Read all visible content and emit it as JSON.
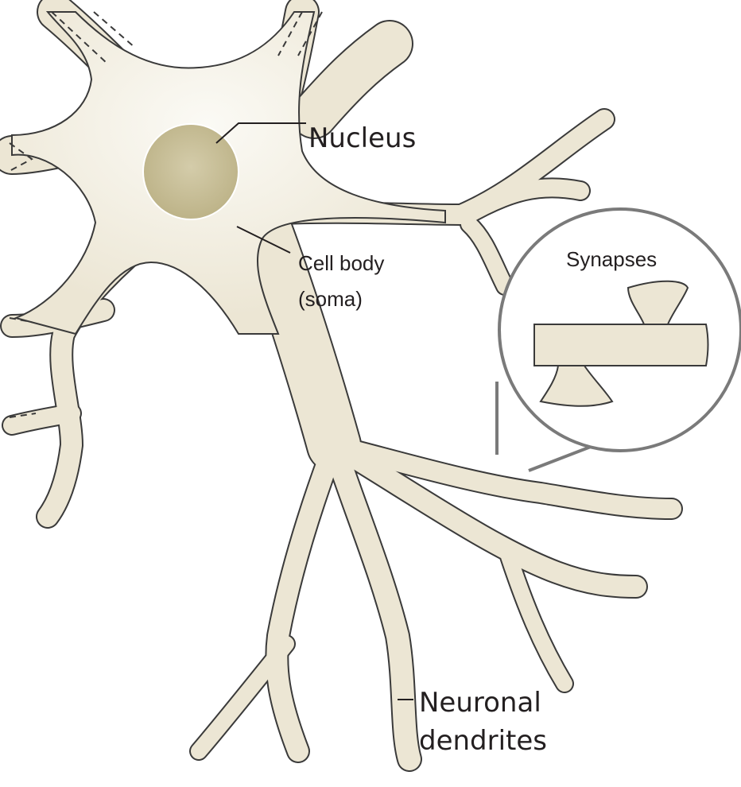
{
  "labels": {
    "nucleus": "Nucleus",
    "cell_body_line1": "Cell body",
    "cell_body_line2": "(soma)",
    "synapses": "Synapses",
    "dendrites_line1": "Neuronal",
    "dendrites_line2": "dendrites"
  },
  "colors": {
    "neuron_fill": "#ece6d4",
    "soma_fill": "#f6f3ea",
    "nucleus_fill": "#c7bf95",
    "outline": "#3a3a3a",
    "callout_circle": "#7a7a7a",
    "background": "#ffffff"
  },
  "icons": [
    "nucleus-circle",
    "synapse-callout-circle"
  ]
}
